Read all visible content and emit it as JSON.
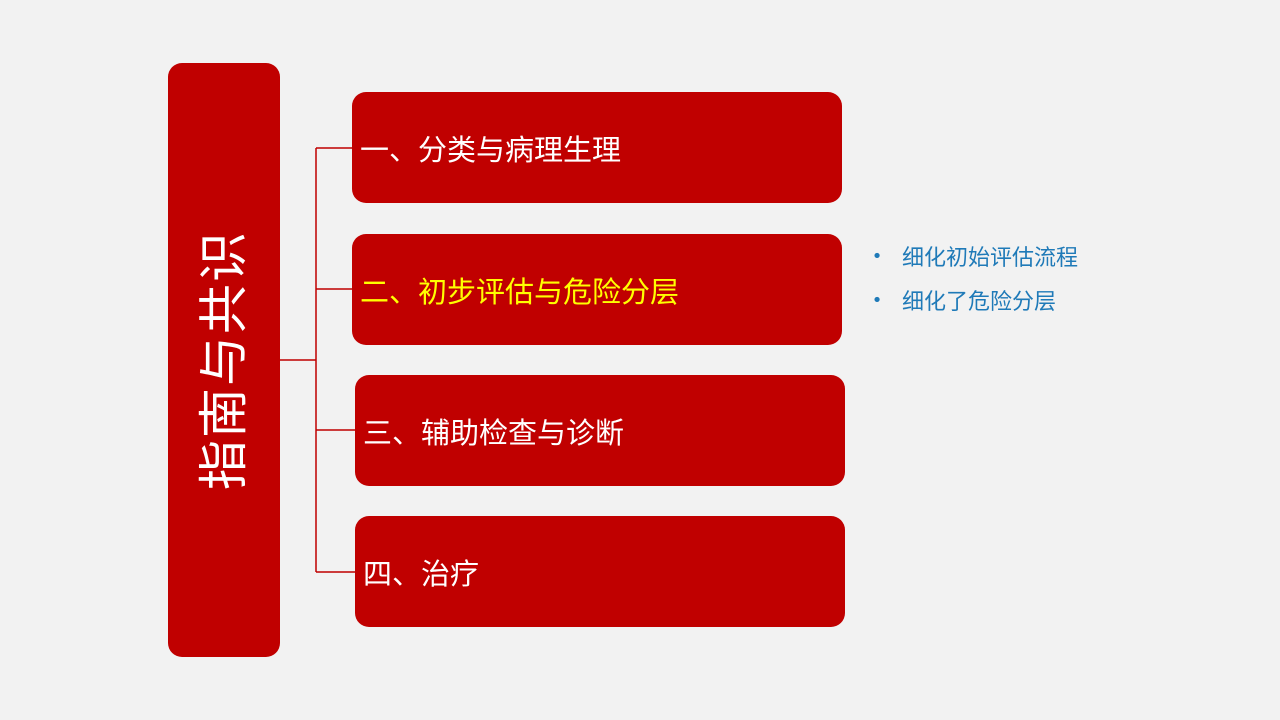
{
  "root": {
    "label": "指南与共识"
  },
  "branches": [
    {
      "label": "一、分类与病理生理",
      "highlighted": false
    },
    {
      "label": "二、初步评估与危险分层",
      "highlighted": true
    },
    {
      "label": "三、辅助检查与诊断",
      "highlighted": false
    },
    {
      "label": "四、治疗",
      "highlighted": false
    }
  ],
  "notes": [
    "细化初始评估流程",
    "细化了危险分层"
  ],
  "colors": {
    "background": "#f2f2f2",
    "box_fill": "#c00000",
    "label_text": "#ffffff",
    "highlight_text": "#ffff00",
    "note_text": "#1f7ab8"
  }
}
